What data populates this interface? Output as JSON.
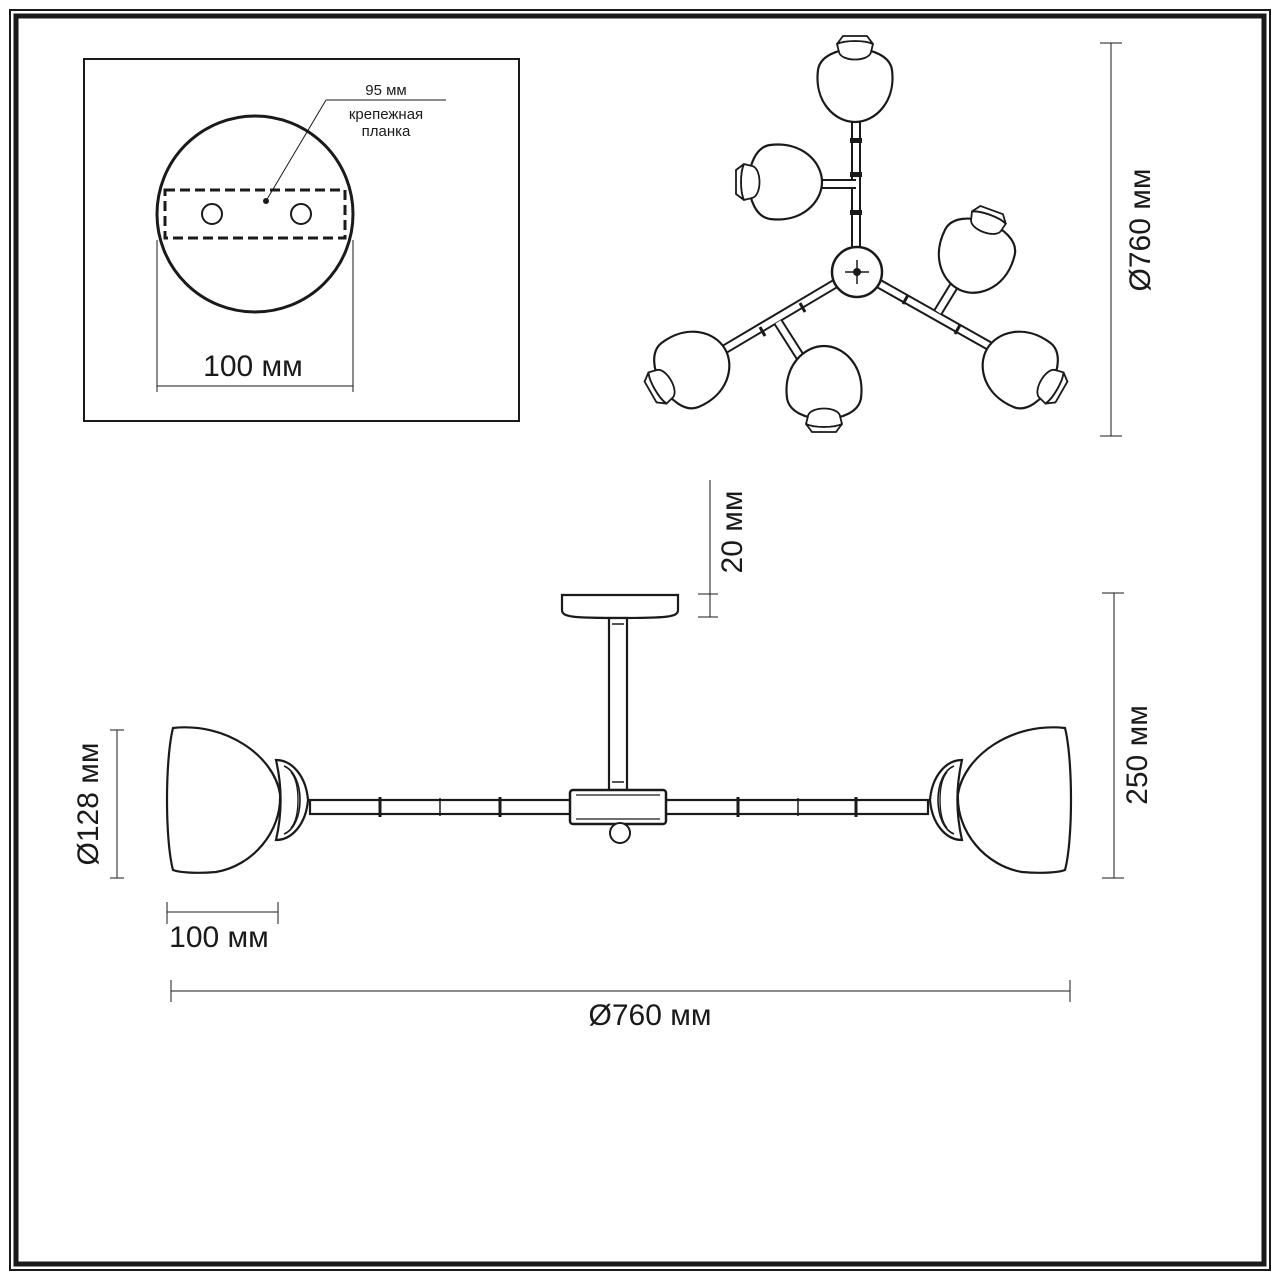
{
  "mount_detail": {
    "strip_width_label": "95 мм",
    "strip_name_line1": "крепежная",
    "strip_name_line2": "планка",
    "plate_diameter_label": "100 мм"
  },
  "top_view": {
    "diameter_label": "Ø760 мм"
  },
  "side_view": {
    "canopy_height_label": "20 мм",
    "total_height_label": "250 мм",
    "shade_diameter_label": "Ø128 мм",
    "shade_width_label": "100 мм",
    "overall_diameter_label": "Ø760 мм"
  }
}
